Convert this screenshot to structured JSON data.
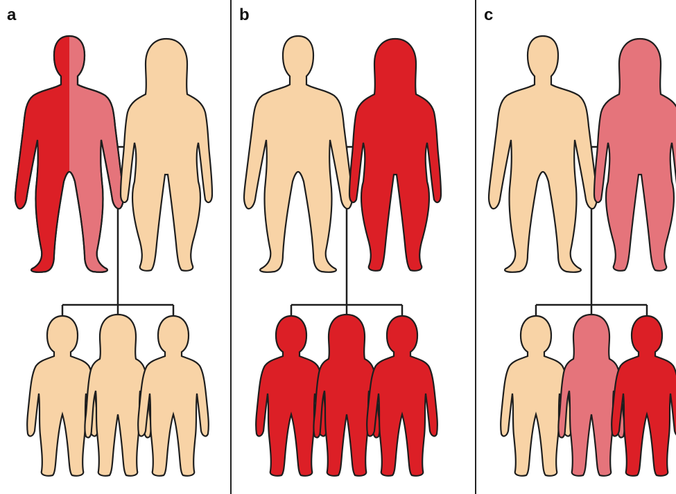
{
  "colors": {
    "unaffected": "#F8D3A6",
    "affected": "#DC1F26",
    "carrier": "#E5747B",
    "outline": "#1E1E1E",
    "line": "#1E1E1E",
    "divider": "#222222"
  },
  "panels": [
    {
      "label": "a",
      "parents": {
        "father": "half-affected",
        "mother": "unaffected"
      },
      "children": [
        {
          "sex": "boy",
          "status": "unaffected"
        },
        {
          "sex": "girl",
          "status": "unaffected"
        },
        {
          "sex": "boy",
          "status": "unaffected"
        }
      ]
    },
    {
      "label": "b",
      "parents": {
        "father": "unaffected",
        "mother": "affected"
      },
      "children": [
        {
          "sex": "boy",
          "status": "affected"
        },
        {
          "sex": "girl",
          "status": "affected"
        },
        {
          "sex": "boy",
          "status": "affected"
        }
      ]
    },
    {
      "label": "c",
      "parents": {
        "father": "unaffected",
        "mother": "carrier"
      },
      "children": [
        {
          "sex": "boy",
          "status": "unaffected"
        },
        {
          "sex": "girl",
          "status": "carrier"
        },
        {
          "sex": "boy",
          "status": "affected"
        }
      ]
    }
  ]
}
